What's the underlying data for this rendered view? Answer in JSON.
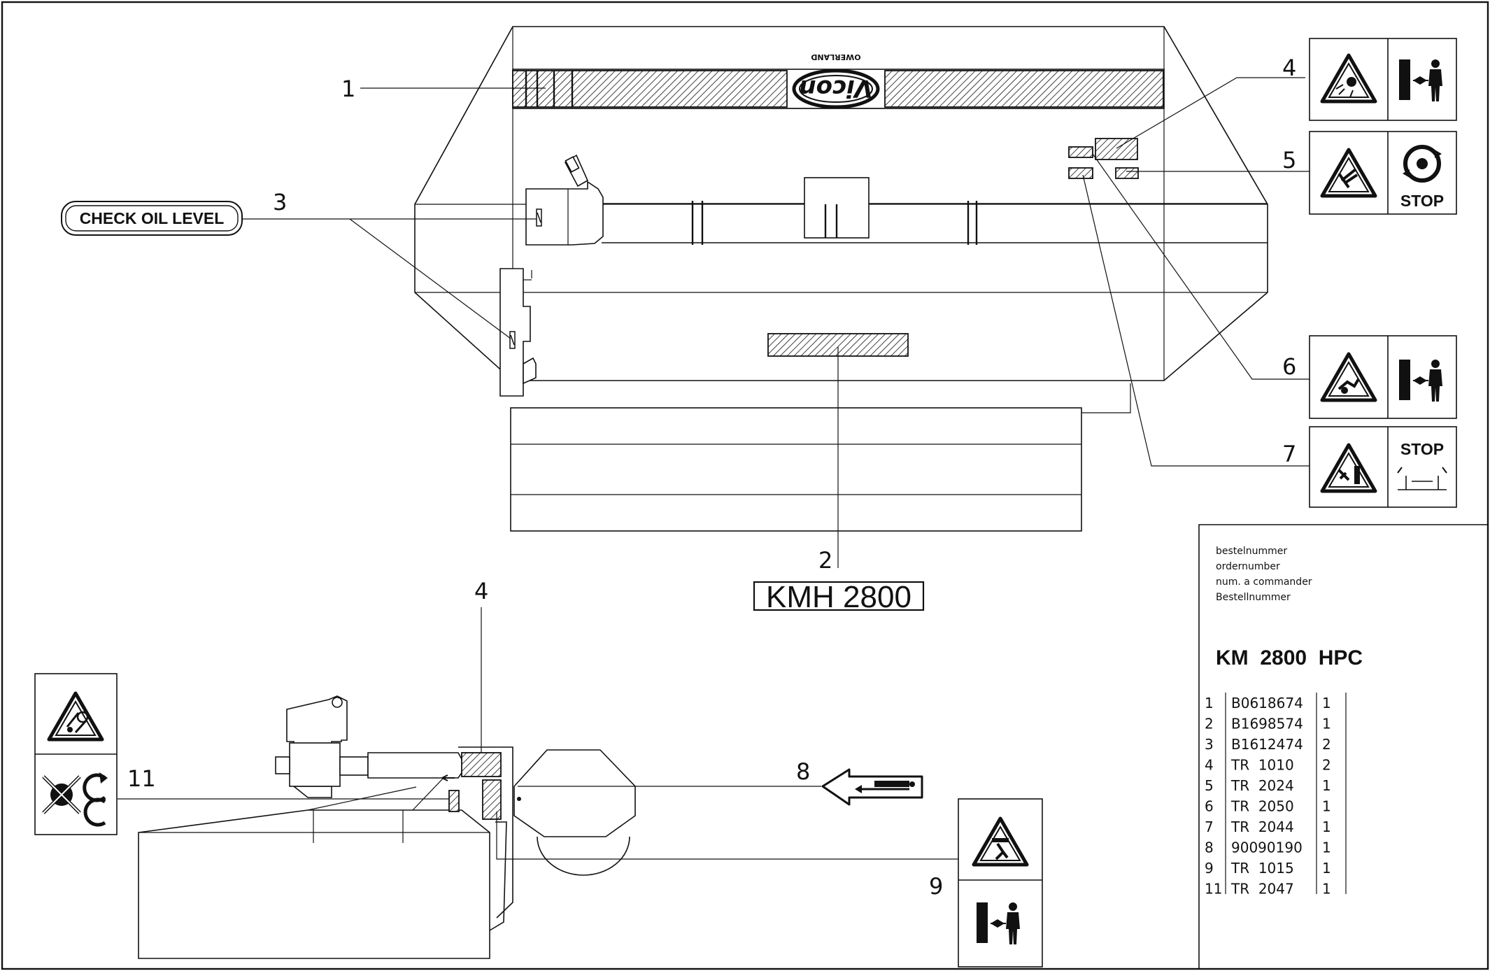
{
  "callouts": {
    "c1": "1",
    "c2": "2",
    "c3": "3",
    "c4": "4",
    "c5": "5",
    "c6": "6",
    "c7": "7",
    "c4b": "4",
    "c8": "8",
    "c9": "9",
    "c11": "11"
  },
  "labels": {
    "check_oil_level": "CHECK OIL LEVEL",
    "model_plate": "KMH 2800",
    "stop_5": "STOP",
    "stop_7": "STOP"
  },
  "logo": {
    "brand": "Vicon",
    "sub": "OWERLAND"
  },
  "order_table": {
    "headings": [
      "bestelnummer",
      "ordernumber",
      "num. a commander",
      "Bestellnummer"
    ],
    "model": "KM  2800  HPC",
    "rows": [
      {
        "pos": "1",
        "number": "B0618674",
        "qty": "1"
      },
      {
        "pos": "2",
        "number": "B1698574",
        "qty": "1"
      },
      {
        "pos": "3",
        "number": "B1612474",
        "qty": "2"
      },
      {
        "pos": "4",
        "number": "TR  1010",
        "qty": "2"
      },
      {
        "pos": "5",
        "number": "TR  2024",
        "qty": "1"
      },
      {
        "pos": "6",
        "number": "TR  2050",
        "qty": "1"
      },
      {
        "pos": "7",
        "number": "TR  2044",
        "qty": "1"
      },
      {
        "pos": "8",
        "number": "90090190",
        "qty": "1"
      },
      {
        "pos": "9",
        "number": "TR  1015",
        "qty": "1"
      },
      {
        "pos": "11",
        "number": "TR  2047",
        "qty": "1"
      }
    ]
  },
  "icons": {
    "sign_4": "warning-flying-objects-keep-distance",
    "sign_5": "warning-rotating-blades-stop",
    "sign_6": "warning-hand-crush-keep-distance",
    "sign_7": "warning-cutter-stop",
    "sign_8": "arrow-hydraulic-cylinder",
    "sign_9": "warning-entanglement-keep-distance",
    "sign_11": "warning-belt-drive-rotation"
  },
  "colors": {
    "ink": "#111111",
    "paper": "#ffffff"
  }
}
